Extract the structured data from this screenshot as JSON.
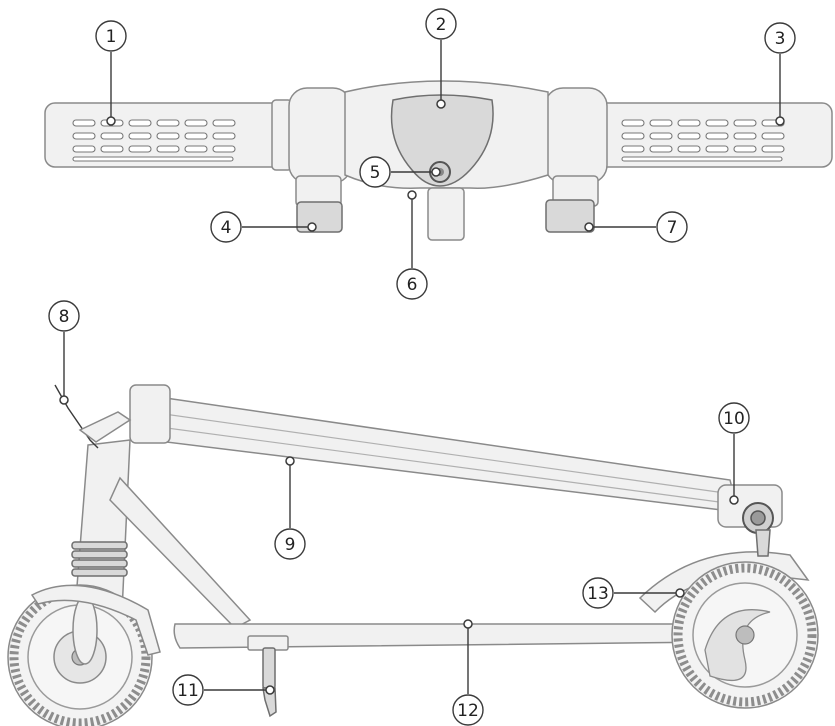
{
  "callouts": [
    {
      "id": "1",
      "label": "1"
    },
    {
      "id": "2",
      "label": "2"
    },
    {
      "id": "3",
      "label": "3"
    },
    {
      "id": "4",
      "label": "4"
    },
    {
      "id": "5",
      "label": "5"
    },
    {
      "id": "6",
      "label": "6"
    },
    {
      "id": "7",
      "label": "7"
    },
    {
      "id": "8",
      "label": "8"
    },
    {
      "id": "9",
      "label": "9"
    },
    {
      "id": "10",
      "label": "10"
    },
    {
      "id": "11",
      "label": "11"
    },
    {
      "id": "12",
      "label": "12"
    },
    {
      "id": "13",
      "label": "13"
    }
  ],
  "colors": {
    "outline": "#8a8a8a",
    "fill": "#f1f1f1",
    "leader": "#3a3a3a"
  }
}
